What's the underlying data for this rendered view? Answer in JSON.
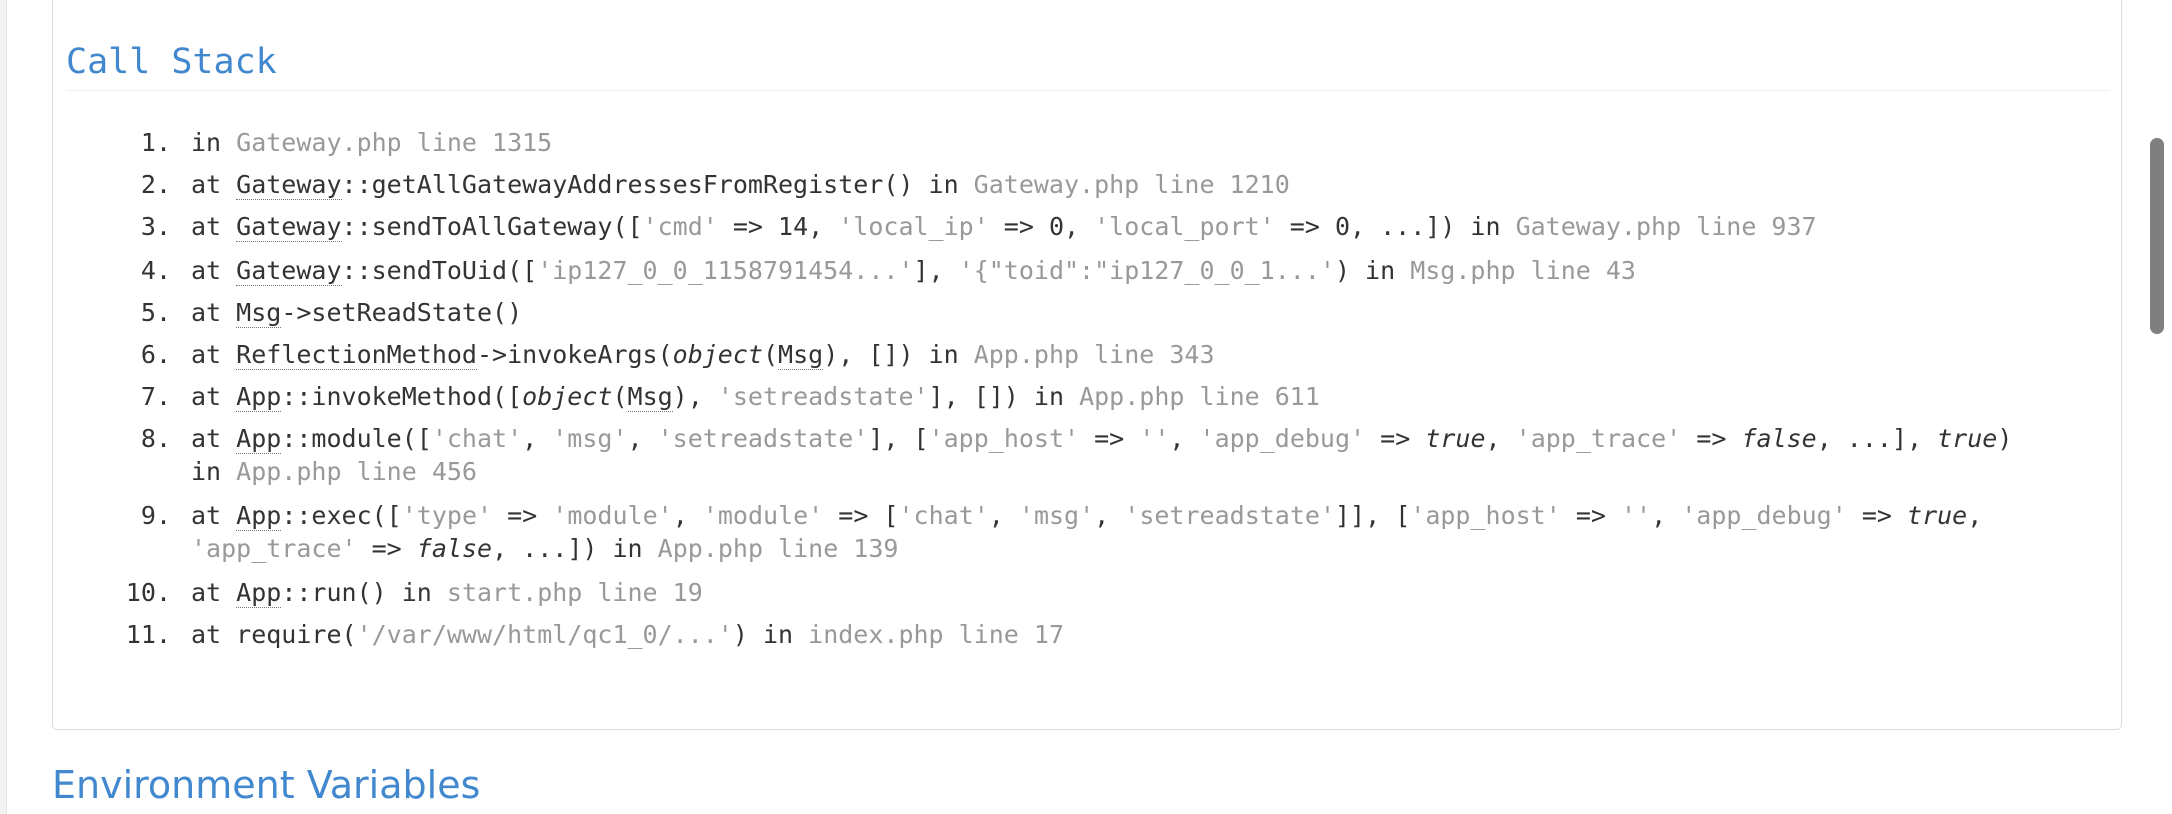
{
  "call_stack": {
    "title": "Call Stack",
    "items": [
      {
        "num": "1.",
        "parts": [
          "in ",
          {
            "loc": "Gateway.php line 1315"
          }
        ]
      },
      {
        "num": "2.",
        "parts": [
          "at ",
          {
            "cls": "Gateway"
          },
          "::getAllGatewayAddressesFromRegister() in ",
          {
            "loc": "Gateway.php line 1210"
          }
        ]
      },
      {
        "num": "3.",
        "parts": [
          "at ",
          {
            "cls": "Gateway"
          },
          "::sendToAllGateway([",
          {
            "str": "'cmd'"
          },
          " => 14, ",
          {
            "str": "'local_ip'"
          },
          " => 0, ",
          {
            "str": "'local_port'"
          },
          " => 0, ...]) in ",
          {
            "loc": "Gateway.php line 937"
          }
        ],
        "tall": true
      },
      {
        "num": "4.",
        "parts": [
          "at ",
          {
            "cls": "Gateway"
          },
          "::sendToUid([",
          {
            "str": "'ip127_0_0_1158791454...'"
          },
          "], ",
          {
            "str": "'{\"toid\":\"ip127_0_0_1...'"
          },
          ") in ",
          {
            "loc": "Msg.php line 43"
          }
        ]
      },
      {
        "num": "5.",
        "parts": [
          "at ",
          {
            "cls": "Msg"
          },
          "->setReadState()"
        ]
      },
      {
        "num": "6.",
        "parts": [
          "at ",
          {
            "cls": "ReflectionMethod"
          },
          "->invokeArgs(",
          {
            "em": "object"
          },
          "(",
          {
            "cls": "Msg"
          },
          "), []) in ",
          {
            "loc": "App.php line 343"
          }
        ]
      },
      {
        "num": "7.",
        "parts": [
          "at ",
          {
            "cls": "App"
          },
          "::invokeMethod([",
          {
            "em": "object"
          },
          "(",
          {
            "cls": "Msg"
          },
          "), ",
          {
            "str": "'setreadstate'"
          },
          "], []) in ",
          {
            "loc": "App.php line 611"
          }
        ]
      },
      {
        "num": "8.",
        "parts": [
          "at ",
          {
            "cls": "App"
          },
          "::module([",
          {
            "str": "'chat'"
          },
          ", ",
          {
            "str": "'msg'"
          },
          ", ",
          {
            "str": "'setreadstate'"
          },
          "], [",
          {
            "str": "'app_host'"
          },
          " => ",
          {
            "str": "''"
          },
          ", ",
          {
            "str": "'app_debug'"
          },
          " => ",
          {
            "em": "true"
          },
          ", ",
          {
            "str": "'app_trace'"
          },
          " => ",
          {
            "em": "false"
          },
          ", ...], ",
          {
            "em": "true"
          },
          ") in ",
          {
            "loc": "App.php line 456"
          }
        ],
        "tall": true
      },
      {
        "num": "9.",
        "parts": [
          "at ",
          {
            "cls": "App"
          },
          "::exec([",
          {
            "str": "'type'"
          },
          " => ",
          {
            "str": "'module'"
          },
          ", ",
          {
            "str": "'module'"
          },
          " => [",
          {
            "str": "'chat'"
          },
          ", ",
          {
            "str": "'msg'"
          },
          ", ",
          {
            "str": "'setreadstate'"
          },
          "]], [",
          {
            "str": "'app_host'"
          },
          " => ",
          {
            "str": "''"
          },
          ", ",
          {
            "str": "'app_debug'"
          },
          " => ",
          {
            "em": "true"
          },
          ", ",
          {
            "str": "'app_trace'"
          },
          " => ",
          {
            "em": "false"
          },
          ", ...]) in ",
          {
            "loc": "App.php line 139"
          }
        ],
        "tall": true
      },
      {
        "num": "10.",
        "parts": [
          "at ",
          {
            "cls": "App"
          },
          "::run() in ",
          {
            "loc": "start.php line 19"
          }
        ]
      },
      {
        "num": "11.",
        "parts": [
          "at require(",
          {
            "str": "'/var/www/html/qc1_0/...'"
          },
          ") in ",
          {
            "loc": "index.php line 17"
          }
        ]
      }
    ]
  },
  "environment": {
    "title": "Environment Variables"
  },
  "colors": {
    "heading": "#4288ce",
    "code_text": "#333333",
    "muted": "#999999",
    "border": "#dcdcdc"
  }
}
